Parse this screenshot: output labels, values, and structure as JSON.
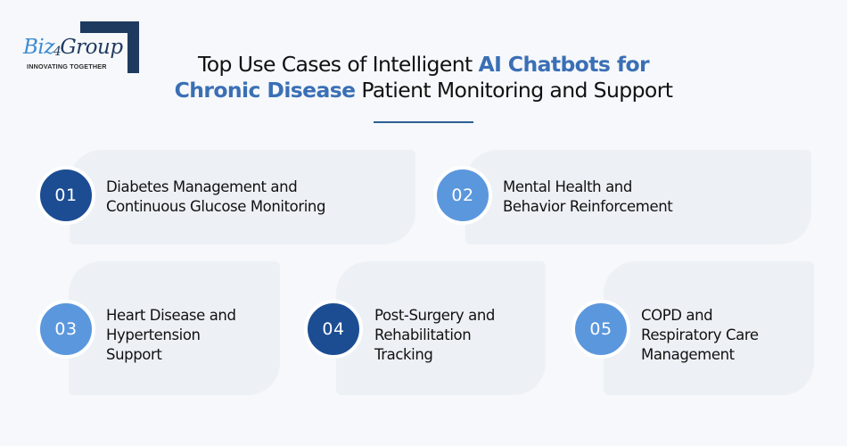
{
  "logo": {
    "brand_part1": "Biz",
    "brand_connector": "4",
    "brand_part2": "Group",
    "tagline": "INNOVATING TOGETHER"
  },
  "header": {
    "title_line1_plain": "Top Use Cases of Intelligent ",
    "title_line1_accent": "AI Chatbots for",
    "title_line2_accent": "Chronic Disease",
    "title_line2_plain": " Patient Monitoring and Support"
  },
  "colors": {
    "background": "#f6f8fb",
    "card": "#edf1f6",
    "dark_circle": "#1c4d93",
    "light_circle": "#5b97dd",
    "accent_text": "#3a6fb5",
    "divider": "#2d5f93",
    "logo_navy": "#1f3a5f"
  },
  "use_cases": [
    {
      "number": "01",
      "lines": [
        "Diabetes Management and",
        "Continuous Glucose Monitoring"
      ],
      "style": "dark"
    },
    {
      "number": "02",
      "lines": [
        "Mental Health and",
        "Behavior Reinforcement"
      ],
      "style": "light"
    },
    {
      "number": "03",
      "lines": [
        "Heart Disease and",
        "Hypertension",
        "Support"
      ],
      "style": "light"
    },
    {
      "number": "04",
      "lines": [
        "Post-Surgery and",
        "Rehabilitation",
        "Tracking"
      ],
      "style": "dark"
    },
    {
      "number": "05",
      "lines": [
        "COPD and",
        "Respiratory Care",
        "Management"
      ],
      "style": "light"
    }
  ]
}
